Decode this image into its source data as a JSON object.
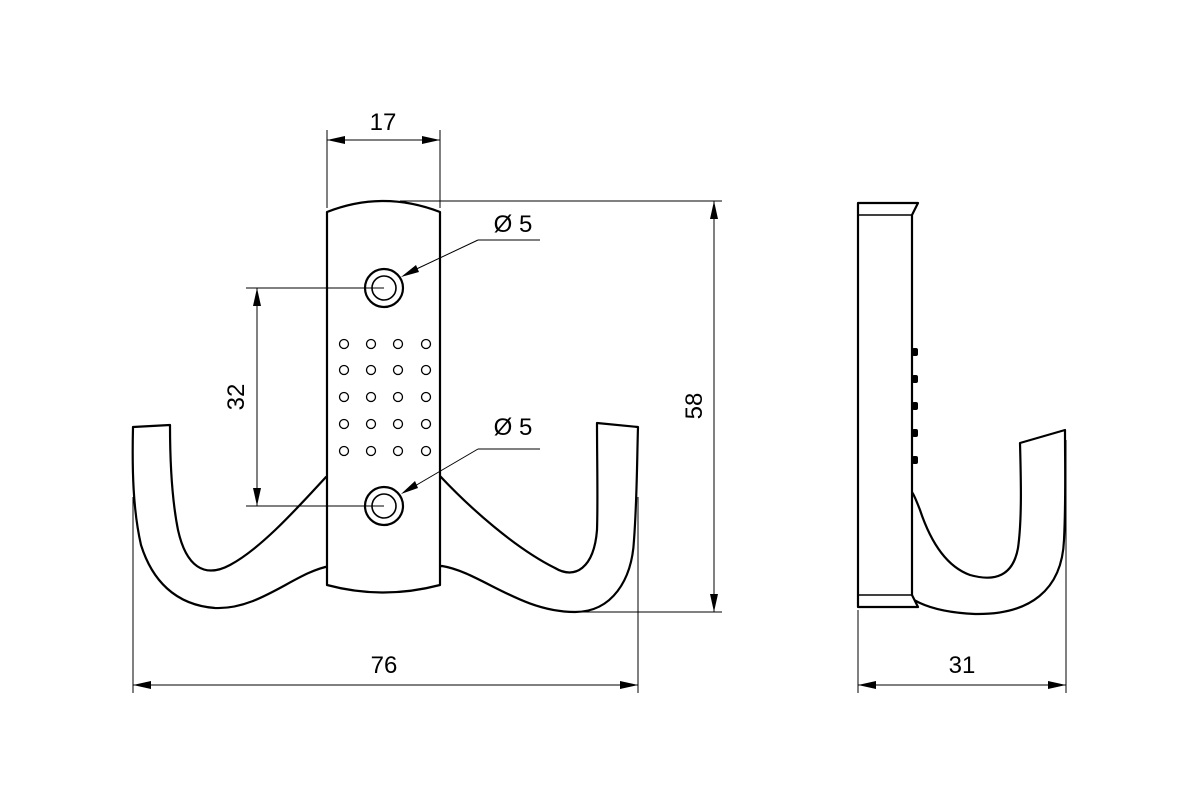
{
  "drawing": {
    "front_view": {
      "plate_width": "17",
      "hole_diameter_top": "Ø 5",
      "hole_diameter_bottom": "Ø 5",
      "hole_spacing": "32",
      "total_height": "58",
      "total_width": "76"
    },
    "side_view": {
      "total_depth": "31"
    },
    "line_color": "#000000",
    "background_color": "#ffffff"
  }
}
